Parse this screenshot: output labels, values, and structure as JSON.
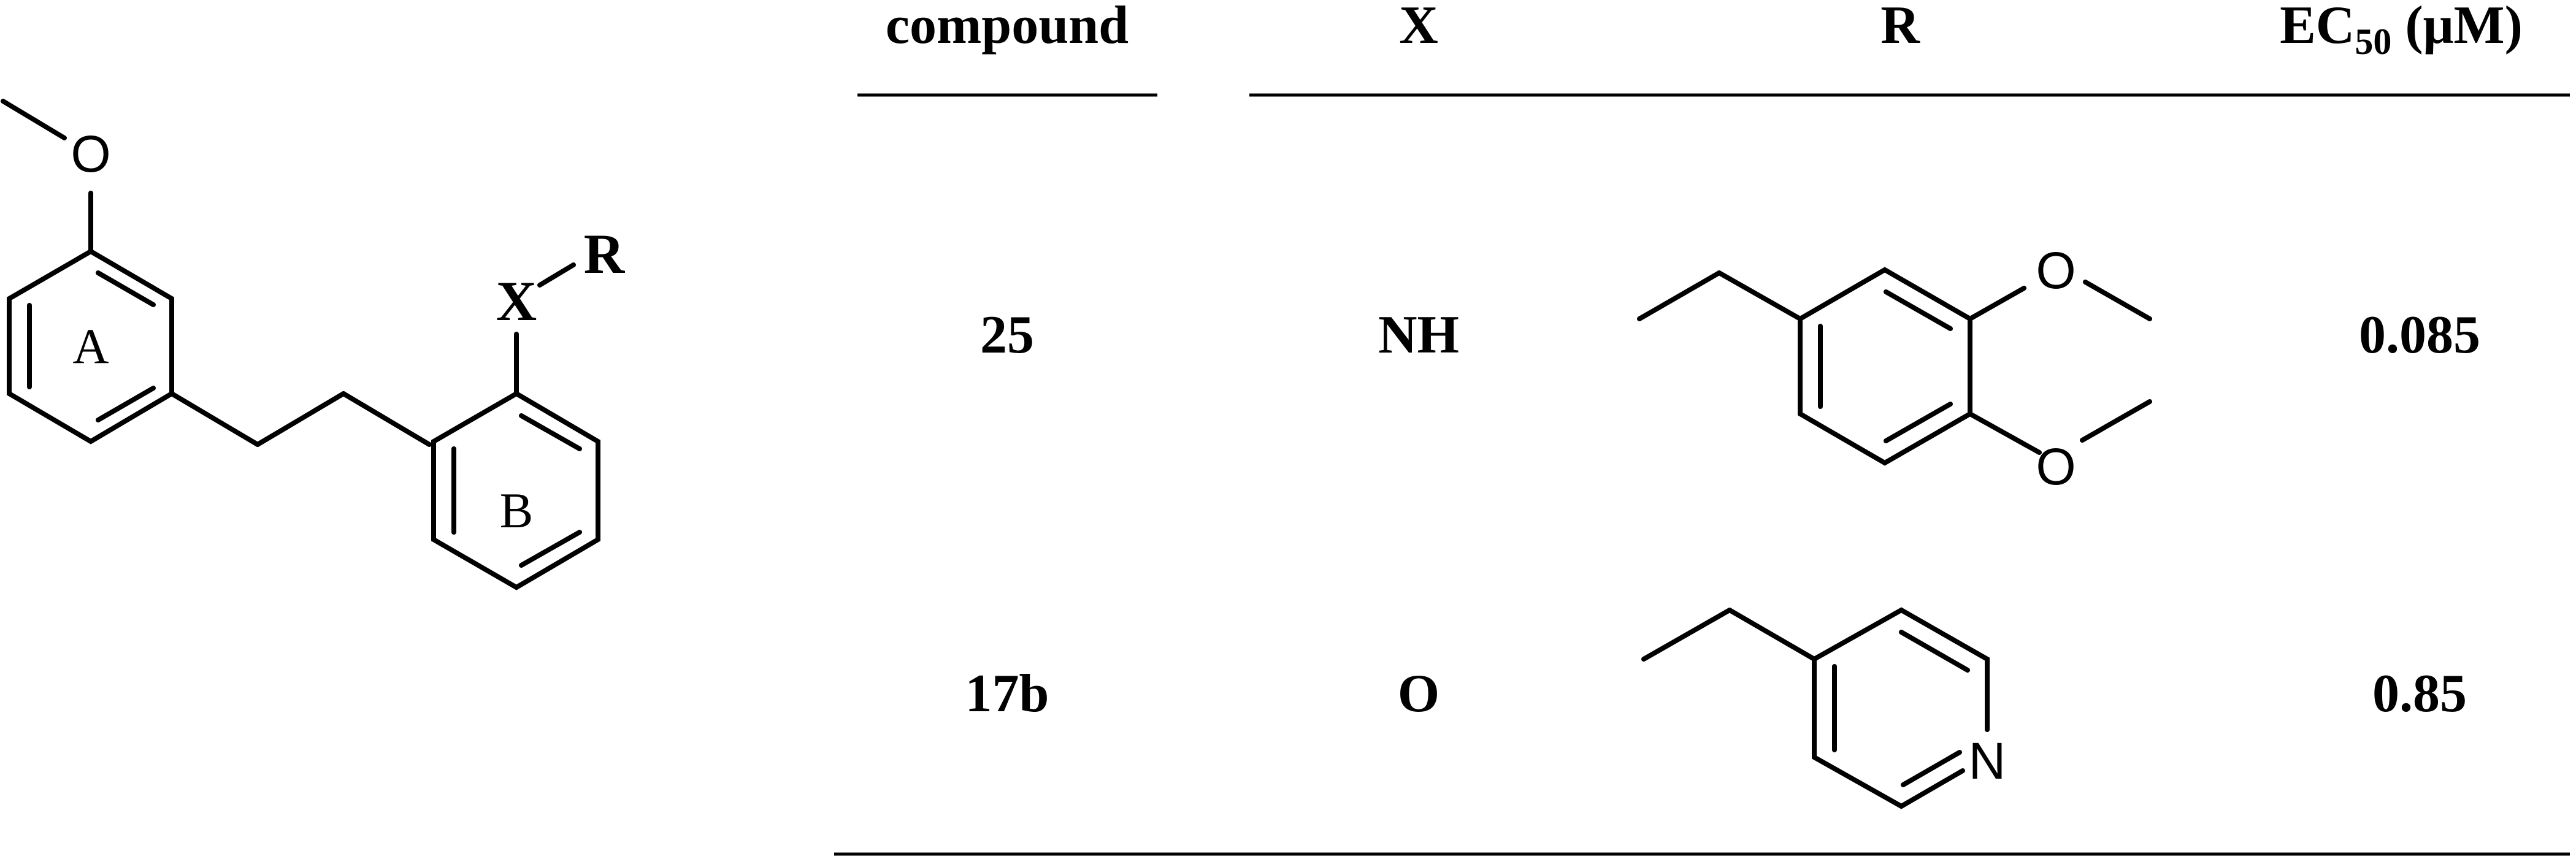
{
  "scaffold": {
    "methoxy_oxygen": "O",
    "ring_a_label": "A",
    "ring_b_label": "B",
    "substituent_x": "X",
    "substituent_r": "R"
  },
  "table": {
    "headers": {
      "compound": "compound",
      "x": "X",
      "r": "R",
      "ec50_main": "EC",
      "ec50_sub": "50",
      "ec50_unit": " (μM)"
    },
    "rows": [
      {
        "compound": "25",
        "x": "NH",
        "r_structure": "3,4-dimethoxybenzyl",
        "ec50": "0.085",
        "r_atoms": {
          "o1": "O",
          "o2": "O"
        }
      },
      {
        "compound": "17b",
        "x": "O",
        "r_structure": "4-pyridylmethyl",
        "ec50": "0.85",
        "r_atoms": {
          "n": "N"
        }
      }
    ]
  }
}
